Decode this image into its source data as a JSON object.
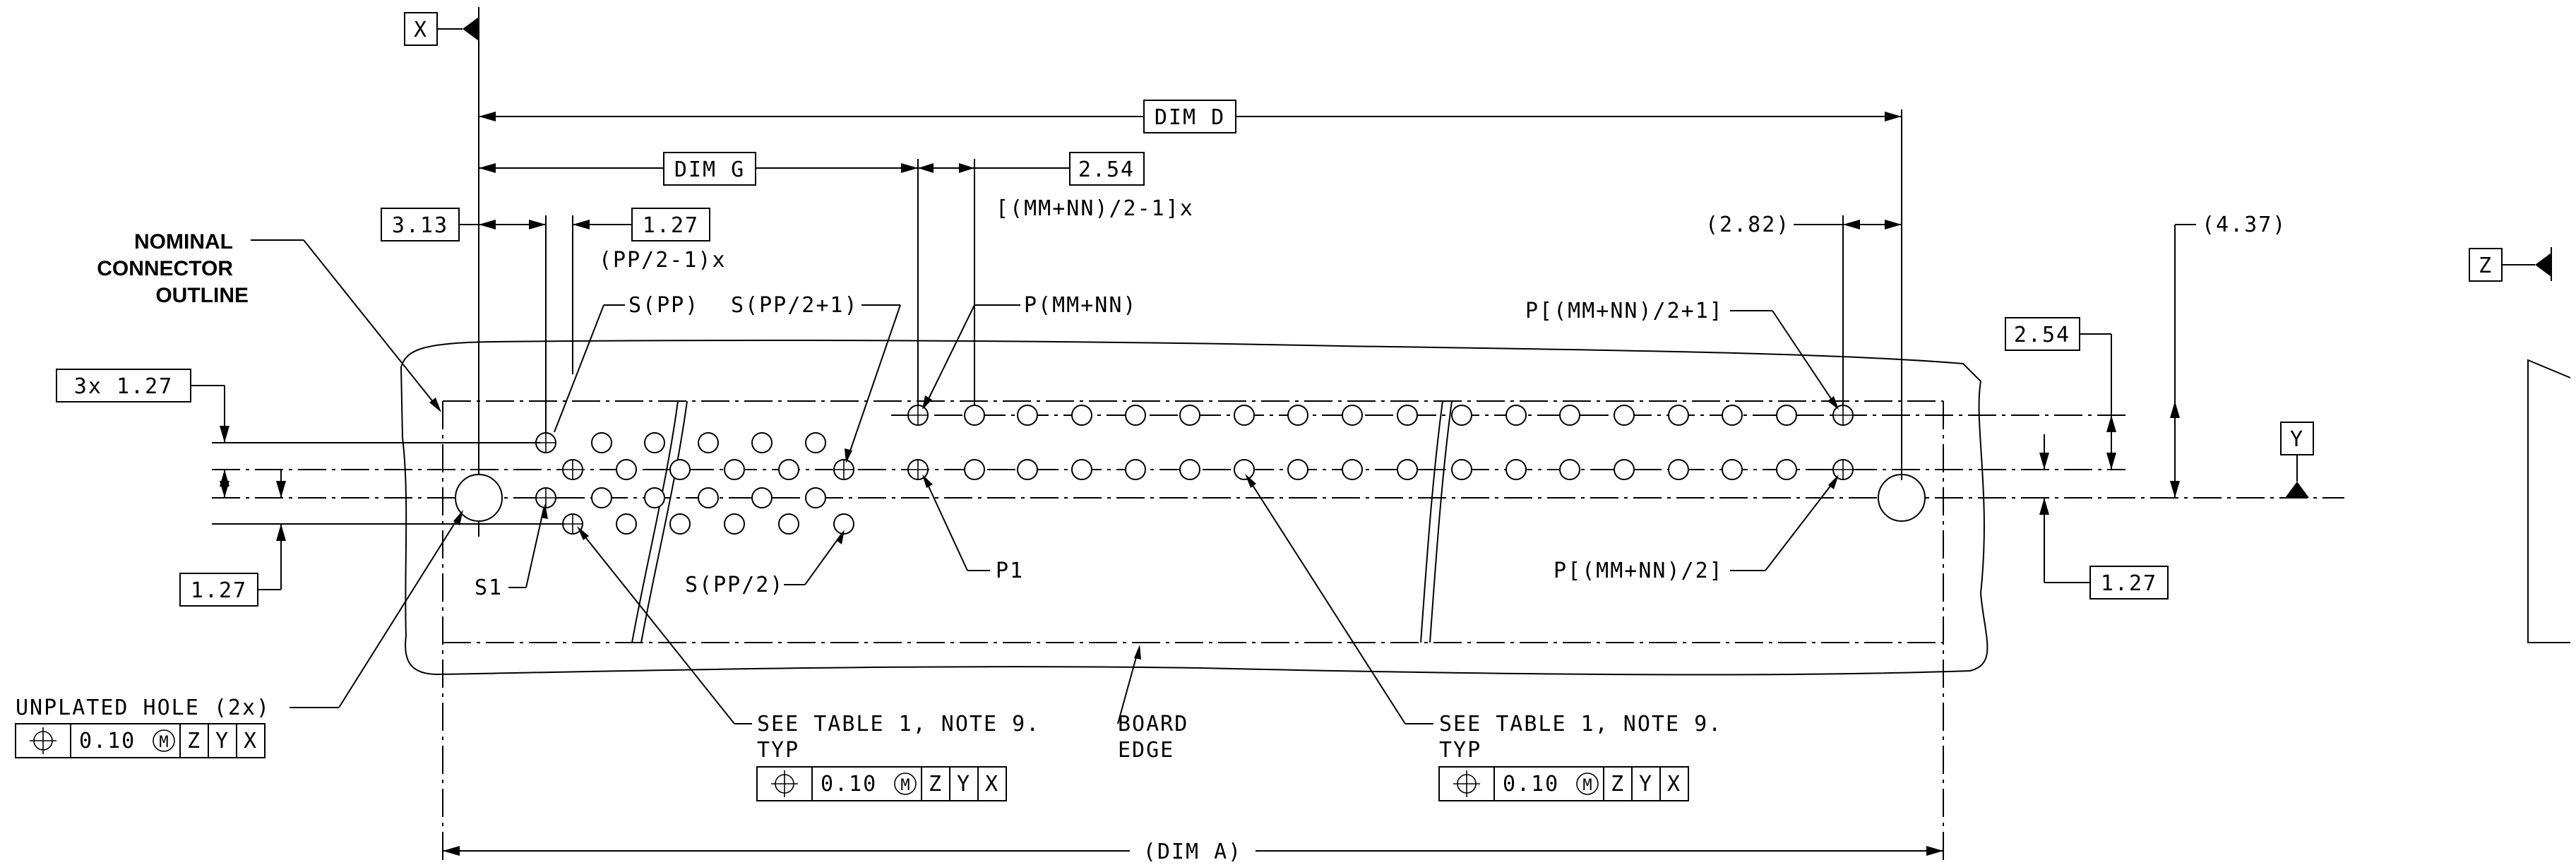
{
  "datum_x": "X",
  "datum_y": "Y",
  "datum_z": "Z",
  "dim_d": "DIM D",
  "dim_g": "DIM G",
  "dim_a": "(DIM A)",
  "dim_254_top": "2.54",
  "mmnn_note": "[(MM+NN)/2-1]x",
  "dim_313": "3.13",
  "dim_127_top": "1.27",
  "pp_note": "(PP/2-1)x",
  "nominal_line1": "NOMINAL",
  "nominal_line2": "CONNECTOR",
  "nominal_line3": "OUTLINE",
  "label_spp": "S(PP)",
  "label_spp2p1": "S(PP/2+1)",
  "label_pmmnn": "P(MM+NN)",
  "label_pmid1": "P[(MM+NN)/2+1]",
  "dim_282": "(2.82)",
  "dim_437": "(4.37)",
  "dim_254_right": "2.54",
  "dim_3x127": "3x 1.27",
  "dim_127_left": "1.27",
  "dim_127_right": "1.27",
  "label_s1": "S1",
  "label_spp2": "S(PP/2)",
  "label_p1": "P1",
  "label_pmid": "P[(MM+NN)/2]",
  "unplated_hole": "UNPLATED HOLE (2x)",
  "see_table_1": "SEE TABLE 1, NOTE 9.",
  "typ_1": "TYP",
  "see_table_2": "SEE TABLE 1, NOTE 9.",
  "typ_2": "TYP",
  "board_edge_1": "BOARD",
  "board_edge_2": "EDGE",
  "fcf": {
    "tolerance": "0.10",
    "datum1": "Z",
    "datum2": "Y",
    "datum3": "X"
  }
}
